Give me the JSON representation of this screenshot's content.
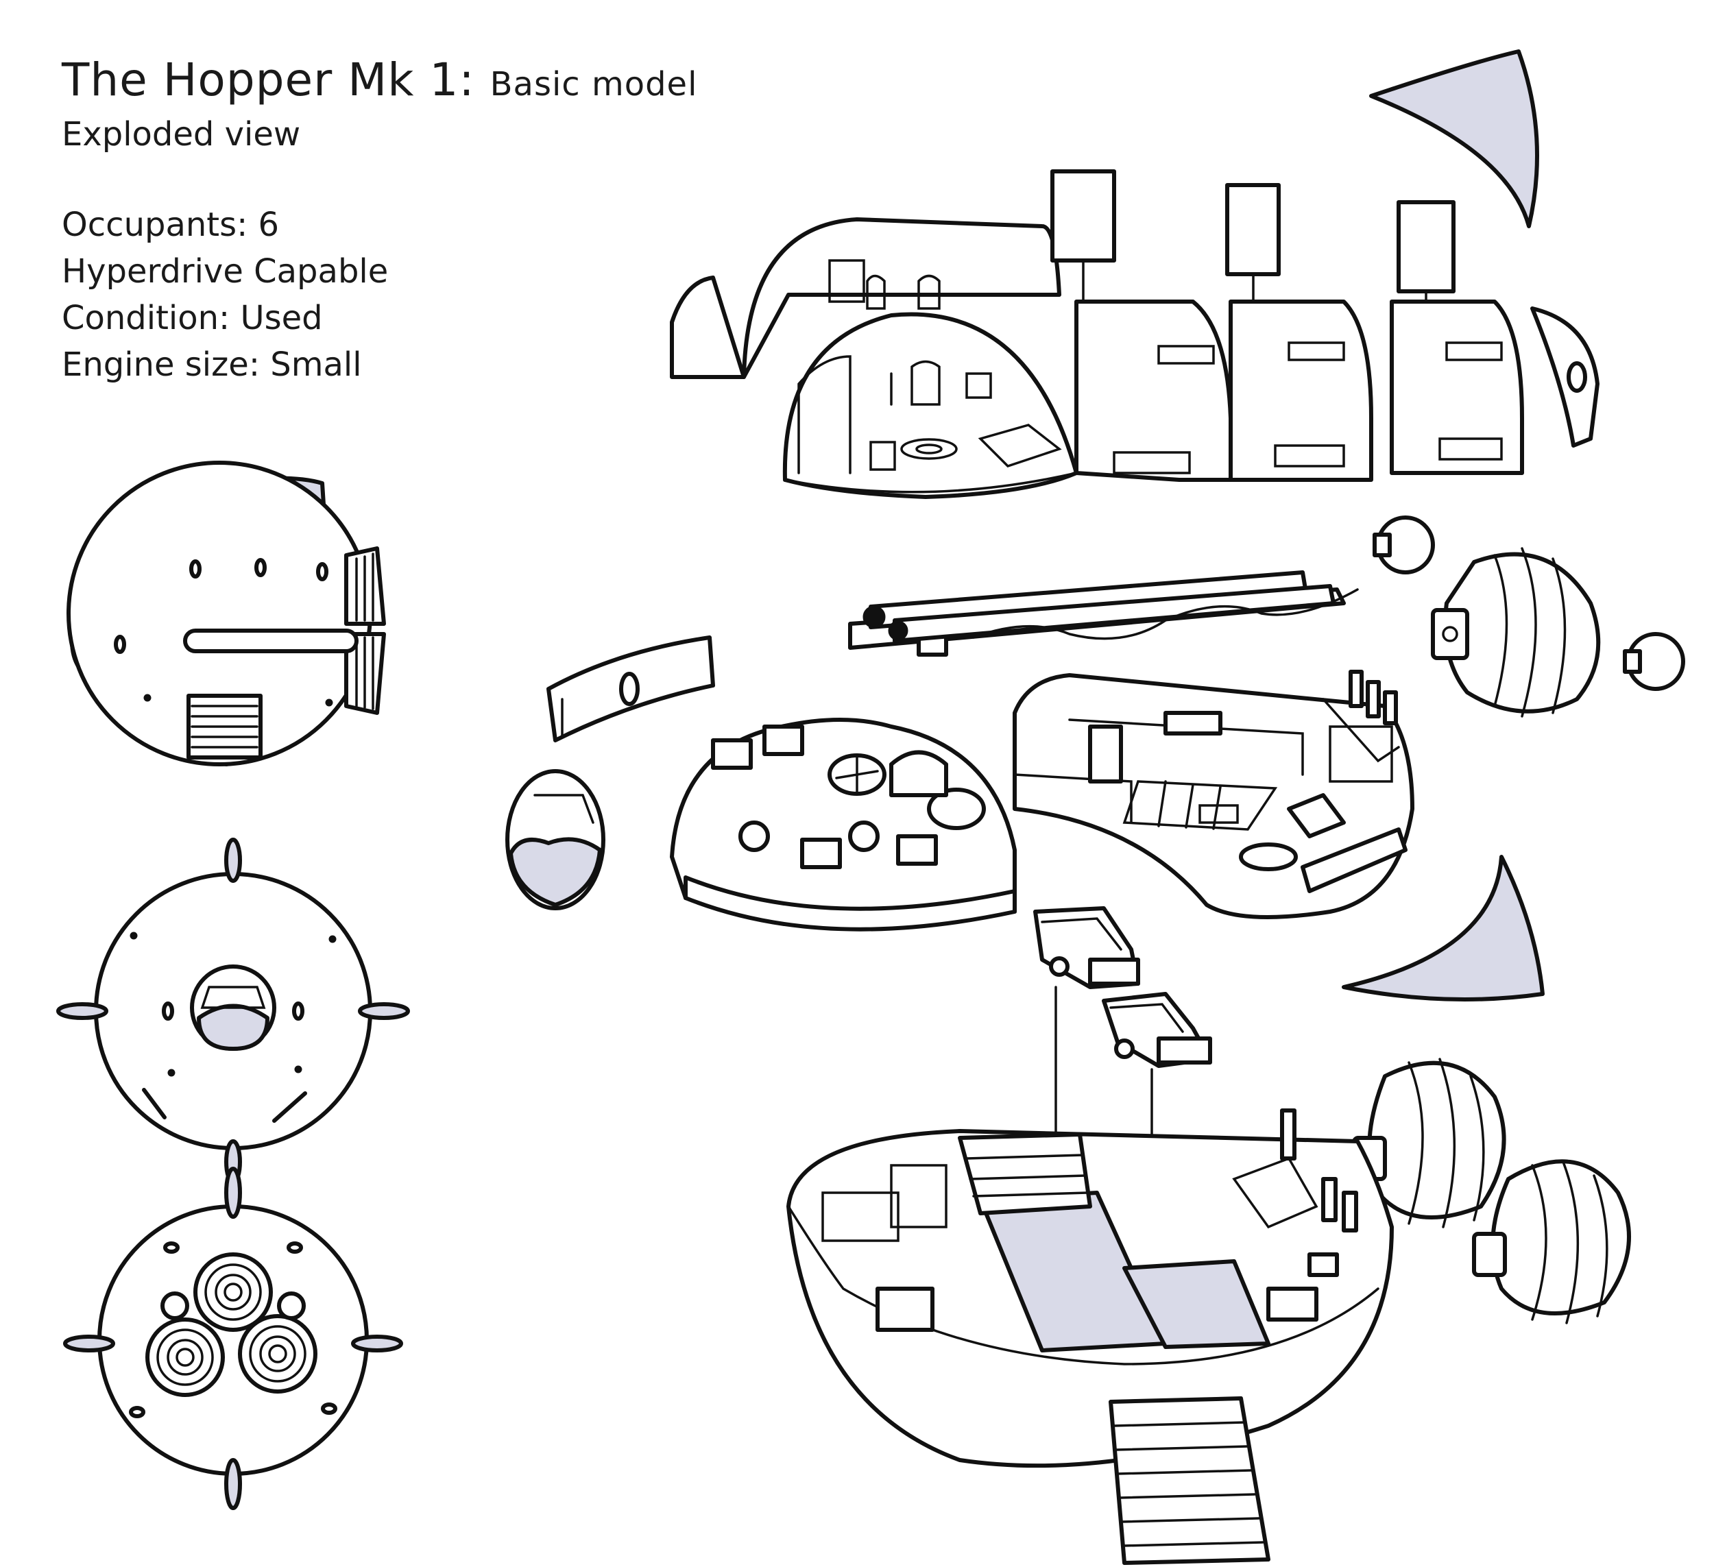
{
  "header": {
    "title": "The Hopper Mk 1:",
    "title_suffix": "Basic model",
    "subtitle": "Exploded view"
  },
  "specs": [
    "Occupants: 6",
    "Hyperdrive Capable",
    "Condition: Used",
    "Engine size: Small"
  ],
  "colors": {
    "ink": "#111111",
    "tint": "#d9dae8",
    "paper": "#ffffff"
  }
}
